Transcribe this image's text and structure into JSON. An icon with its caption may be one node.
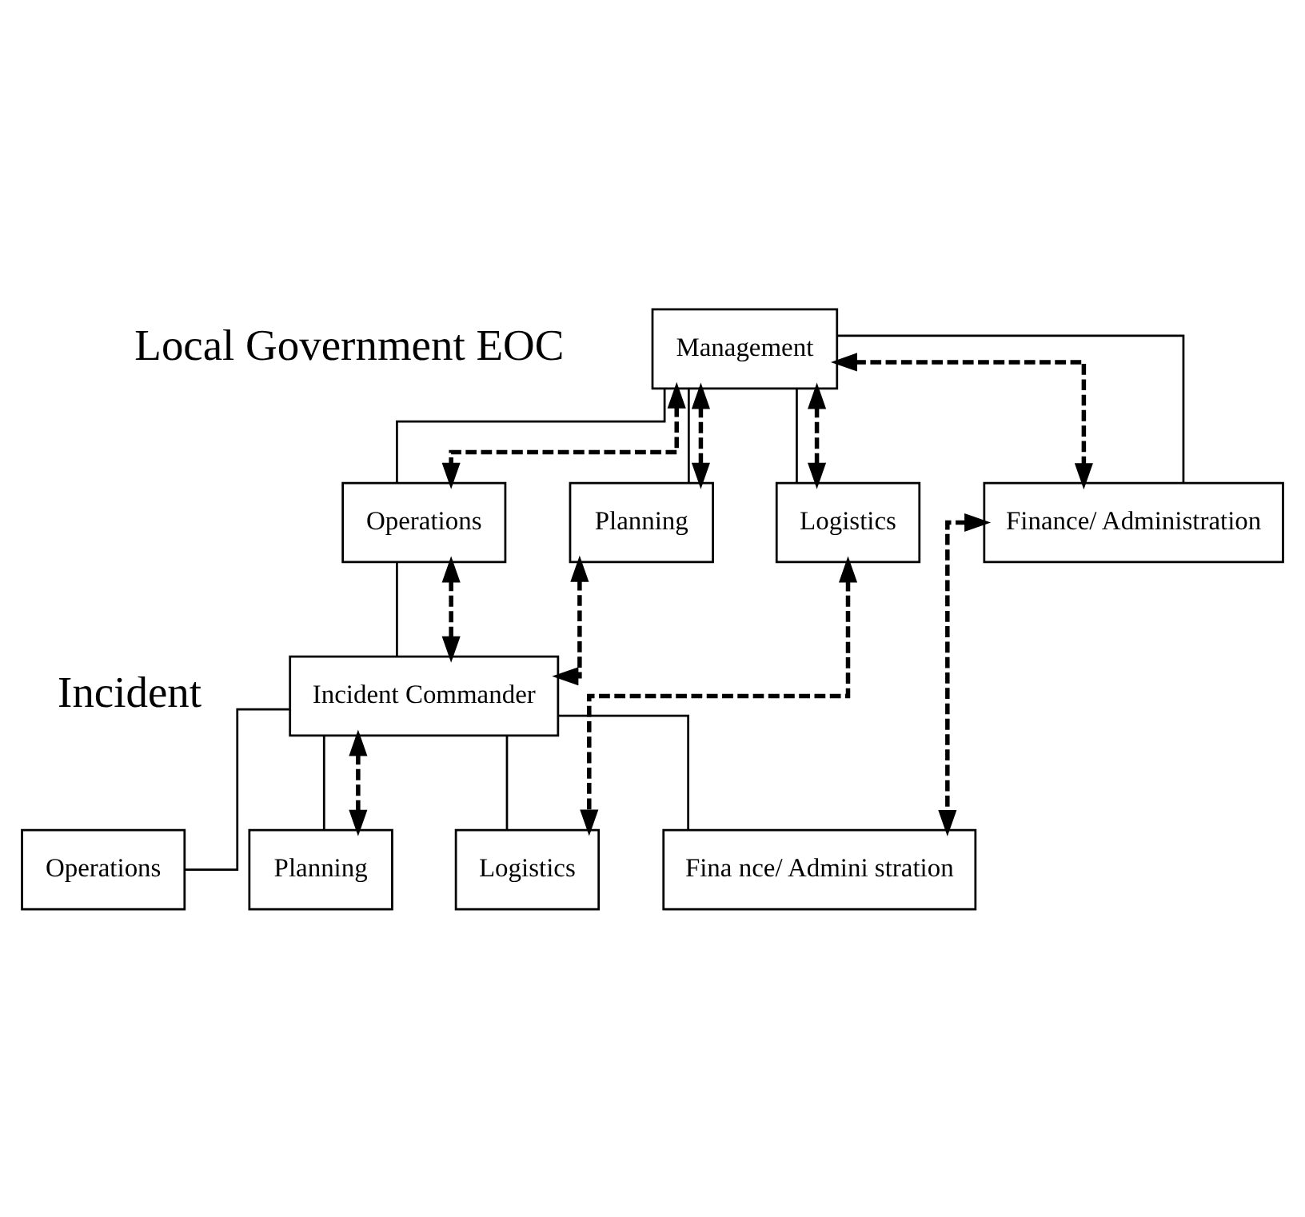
{
  "diagram": {
    "nodes": [
      {
        "text": [
          "Management"
        ]
      },
      {
        "text": [
          "Operations"
        ]
      },
      {
        "text": [
          "Planning"
        ]
      },
      {
        "text": [
          "Logistics"
        ]
      },
      {
        "text": [
          "Finance/ Administration"
        ]
      },
      {
        "text": [
          "Incident Commander"
        ]
      },
      {
        "text": [
          "Operations"
        ]
      },
      {
        "text": [
          "Planning"
        ]
      },
      {
        "text": [
          "Logistics"
        ]
      },
      {
        "text": [
          "Fina nce/ Admini stration"
        ]
      }
    ],
    "edges": [
      {
        "from": 0,
        "to": 1,
        "arrow": "none"
      },
      {
        "from": 0,
        "to": 2,
        "arrow": "none"
      },
      {
        "from": 0,
        "to": 3,
        "arrow": "none"
      },
      {
        "from": 0,
        "to": 4,
        "arrow": "none"
      },
      {
        "from": 1,
        "to": 5,
        "arrow": "none"
      },
      {
        "from": 5,
        "to": 6,
        "arrow": "none"
      },
      {
        "from": 5,
        "to": 7,
        "arrow": "none"
      },
      {
        "from": 5,
        "to": 8,
        "arrow": "none"
      },
      {
        "from": 5,
        "to": 9,
        "arrow": "none"
      },
      {
        "from": 0,
        "to": 1,
        "arrow": "both",
        "style": "dashed"
      },
      {
        "from": 0,
        "to": 2,
        "arrow": "both",
        "style": "dashed"
      },
      {
        "from": 0,
        "to": 3,
        "arrow": "both",
        "style": "dashed"
      },
      {
        "from": 0,
        "to": 4,
        "arrow": "both",
        "style": "dashed"
      },
      {
        "from": 1,
        "to": 5,
        "arrow": "both",
        "style": "dashed"
      },
      {
        "from": 2,
        "to": 5,
        "arrow": "both",
        "style": "dashed"
      },
      {
        "from": 3,
        "to": 8,
        "arrow": "both",
        "style": "dashed"
      },
      {
        "from": 4,
        "to": 9,
        "arrow": "both",
        "style": "dashed"
      },
      {
        "from": 5,
        "to": 7,
        "arrow": "both",
        "style": "dashed"
      }
    ],
    "labels": [
      "Local Government EOC",
      "Incident"
    ]
  }
}
